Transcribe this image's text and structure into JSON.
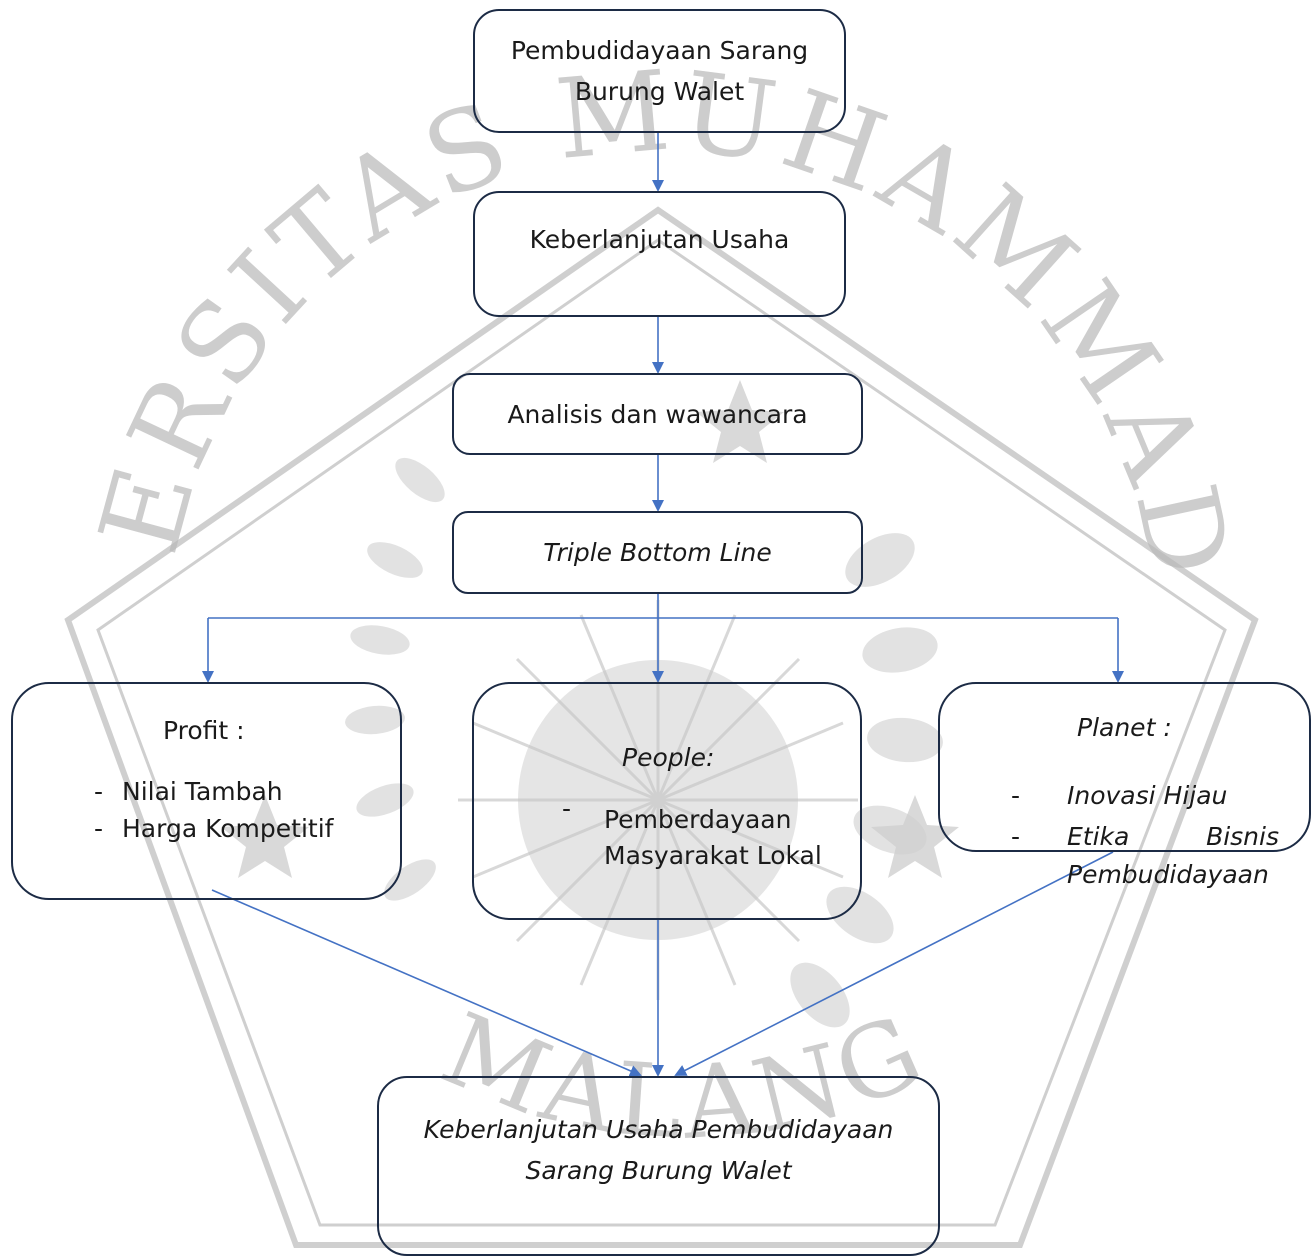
{
  "diagram": {
    "nodes": {
      "start": {
        "line1": "Pembudidayaan Sarang",
        "line2": "Burung Walet"
      },
      "sustainability": {
        "label": "Keberlanjutan Usaha"
      },
      "analysis": {
        "label": "Analisis dan wawancara"
      },
      "tbl": {
        "label": "Triple Bottom Line"
      },
      "profit": {
        "title": "Profit :",
        "items": [
          "Nilai Tambah",
          "Harga Kompetitif"
        ]
      },
      "people": {
        "title": "People:",
        "item_line1": "Pemberdayaan",
        "item_line2": "Masyarakat Lokal"
      },
      "planet": {
        "title": "Planet :",
        "item1": "Inovasi Hijau",
        "item2_word1": "Etika",
        "item2_word2": "Bisnis",
        "item2_line2": "Pembudidayaan"
      },
      "result": {
        "line1": "Keberlanjutan Usaha Pembudidayaan",
        "line2": "Sarang Burung Walet"
      }
    },
    "bullet": "-",
    "watermark": {
      "text": "UNIVERSITAS MUHAMMADIYAH MALANG"
    },
    "colors": {
      "box_border": "#1c2b45",
      "connector": "#4472c4",
      "watermark": "#b0b0b0"
    }
  }
}
